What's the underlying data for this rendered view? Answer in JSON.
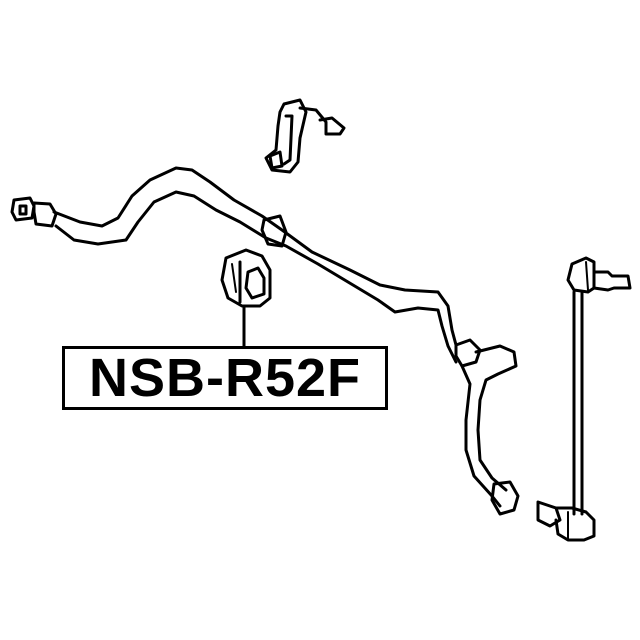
{
  "diagram": {
    "type": "exploded-parts-diagram",
    "subject": "front stabilizer bar assembly",
    "callout": {
      "part_number": "NSB-R52F",
      "points_to": "stabilizer bar bushing"
    },
    "components": [
      {
        "name": "stabilizer-bar",
        "label": ""
      },
      {
        "name": "stabilizer-bushing",
        "label": "NSB-R52F"
      },
      {
        "name": "bushing-clamp-bracket",
        "label": ""
      },
      {
        "name": "stabilizer-link",
        "label": ""
      }
    ],
    "colors": {
      "line": "#000000",
      "background": "#ffffff"
    }
  }
}
